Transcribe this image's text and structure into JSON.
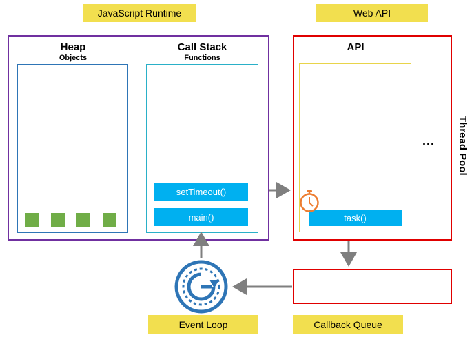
{
  "labels": {
    "javascript_runtime": "JavaScript Runtime",
    "web_api": "Web API",
    "event_loop": "Event Loop",
    "callback_queue": "Callback Queue",
    "thread_pool": "Thread Pool",
    "ellipsis": "..."
  },
  "heap": {
    "title": "Heap",
    "subtitle": "Objects",
    "object_count": 4
  },
  "call_stack": {
    "title": "Call Stack",
    "subtitle": "Functions",
    "frames": [
      "setTimeout()",
      "main()"
    ]
  },
  "api": {
    "title": "API",
    "task": "task()"
  },
  "colors": {
    "runtime_border": "#7030a0",
    "webapi_border": "#e00000",
    "label_bg": "#f2df4f",
    "stack_item": "#00b0f0",
    "heap_object": "#70ad47",
    "timer_icon": "#ed7d31",
    "event_loop_icon": "#2e75b6",
    "arrow": "#7f7f7f"
  }
}
